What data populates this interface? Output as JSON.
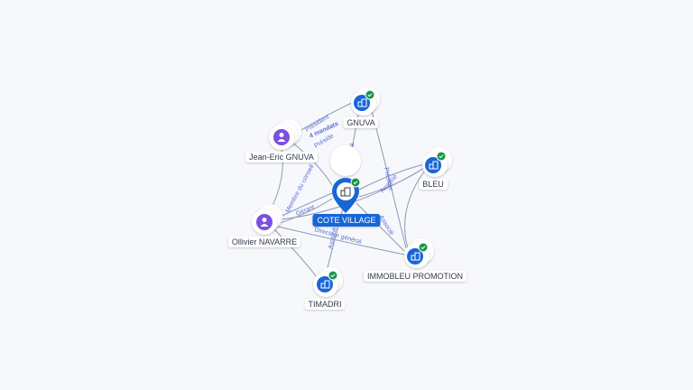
{
  "colors": {
    "company_fill": "#1766d8",
    "person_fill": "#7b4fe0",
    "check_badge": "#17964a",
    "edge": "#8e97b8",
    "edge_label": "#5a6fd8"
  },
  "nodes": {
    "center": {
      "label": "COTE VILLAGE",
      "icon": "building-icon",
      "verified": true
    },
    "gnuva": {
      "label": "GNUVA",
      "icon": "building-icon",
      "verified": true
    },
    "bleu": {
      "label": "BLEU",
      "icon": "building-icon",
      "verified": true
    },
    "immobleu": {
      "label": "IMMOBLEU PROMOTION",
      "icon": "building-icon",
      "verified": true
    },
    "timadri": {
      "label": "TIMADRI",
      "icon": "building-icon",
      "verified": true
    },
    "jean_eric": {
      "label": "Jean-Eric GNUVA",
      "icon": "person-icon"
    },
    "ollivier": {
      "label": "Ollivier NAVARRE",
      "icon": "person-icon"
    }
  },
  "edge_labels": {
    "president": "Président",
    "mandates": "4 mandats",
    "president_partial": "Préside",
    "associe_gnuva": "Associé",
    "membre_conseil": "Membre du conseil",
    "gerant": "Gérant",
    "directeur_general": "Directeur général",
    "associe_bleu": "Associé",
    "president_bleu": "Présider",
    "associe_timadri": "Associé",
    "associe_immobleu": "Associé"
  }
}
